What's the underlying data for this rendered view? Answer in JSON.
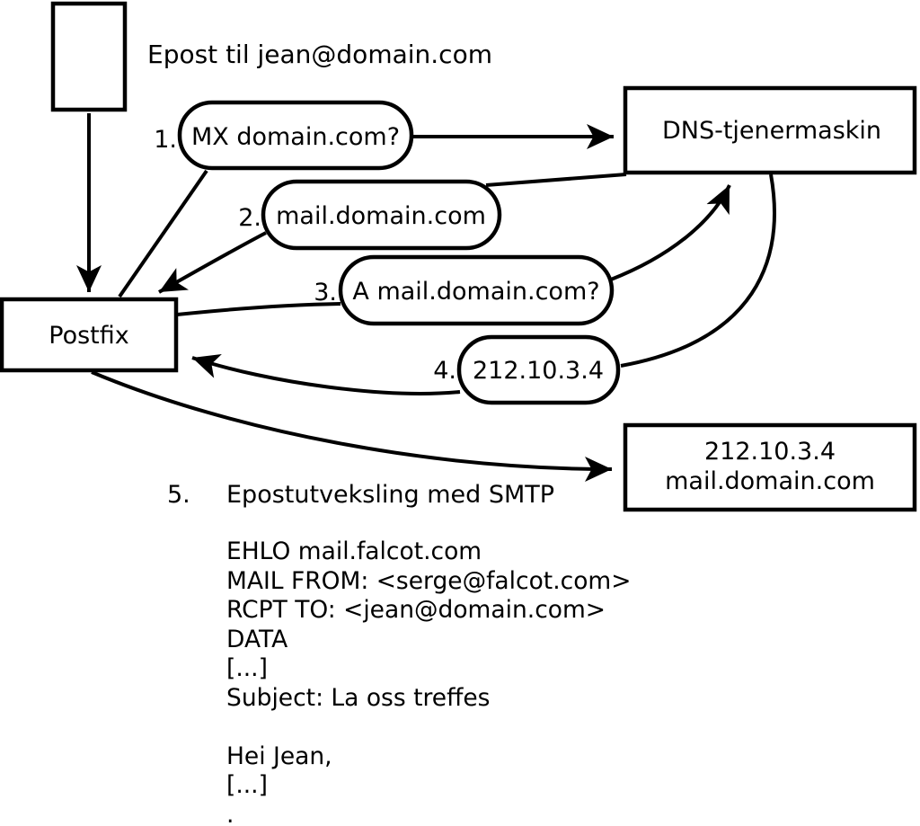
{
  "title": "Epost til jean@domain.com",
  "nodes": {
    "postfix": "Postfix",
    "dns": "DNS-tjenermaskin",
    "dest_ip": "212.10.3.4",
    "dest_host": "mail.domain.com"
  },
  "steps": [
    {
      "num": "1.",
      "label": "MX domain.com?"
    },
    {
      "num": "2.",
      "label": "mail.domain.com"
    },
    {
      "num": "3.",
      "label": "A mail.domain.com?"
    },
    {
      "num": "4.",
      "label": "212.10.3.4"
    },
    {
      "num": "5.",
      "label": "Epostutveksling med SMTP"
    }
  ],
  "smtp_session": "EHLO mail.falcot.com\nMAIL FROM: <serge@falcot.com>\nRCPT TO: <jean@domain.com>\nDATA\n[...]\nSubject: La oss treffes\n\nHei Jean,\n[...]\n.",
  "colors": {
    "stroke": "#000000",
    "background": "#ffffff"
  }
}
